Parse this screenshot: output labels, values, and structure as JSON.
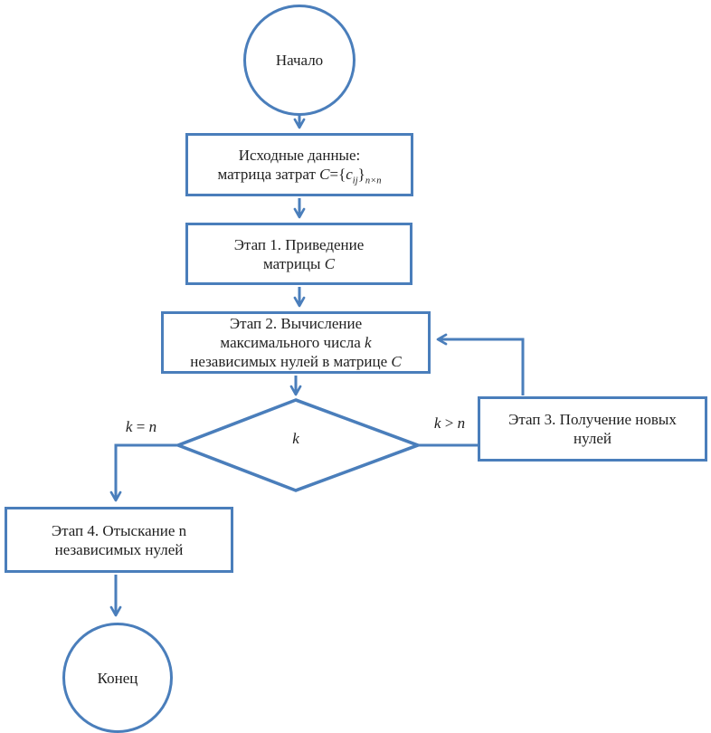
{
  "diagram": {
    "type": "flowchart",
    "language": "ru",
    "colors": {
      "accent": "#4a7ebb",
      "text": "#1f1f1f",
      "background": "#ffffff"
    },
    "nodes": {
      "start": {
        "shape": "circle",
        "label": "Начало"
      },
      "input": {
        "shape": "rect",
        "line1": "Исходные данные:",
        "formula": [
          "матрица затрат ",
          "C",
          "={",
          "c",
          "ij",
          "}",
          "n×n"
        ]
      },
      "stage1": {
        "shape": "rect",
        "line1": "Этап 1. Приведение",
        "line2": [
          "матрицы ",
          "C"
        ]
      },
      "stage2": {
        "shape": "rect",
        "line1": "Этап 2. Вычисление",
        "line2": [
          "максимального числа ",
          "k"
        ],
        "line3": [
          "независимых нулей в матрице ",
          "C"
        ]
      },
      "decision": {
        "shape": "diamond",
        "label": "k"
      },
      "stage3": {
        "shape": "rect",
        "line1": "Этап 3. Получение новых",
        "line2": "нулей"
      },
      "stage4": {
        "shape": "rect",
        "line1": "Этап 4. Отыскание n",
        "line2": "независимых нулей"
      },
      "end": {
        "shape": "circle",
        "label": "Конец"
      }
    },
    "edge_labels": {
      "equal": [
        "k",
        " = ",
        "n"
      ],
      "greater": [
        "k",
        " > ",
        "n"
      ]
    }
  }
}
